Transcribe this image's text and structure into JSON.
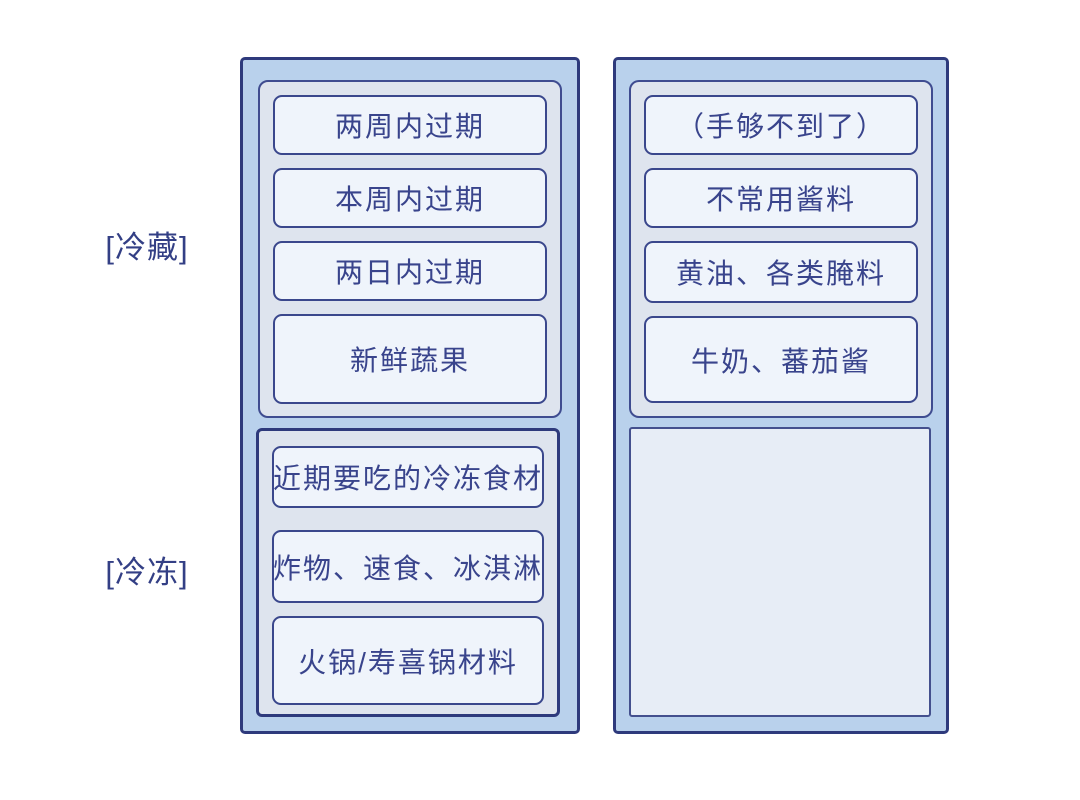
{
  "labels": {
    "fridge": "[冷藏]",
    "freezer": "[冷冻]"
  },
  "main_column": {
    "fridge_shelves": [
      "两周内过期",
      "本周内过期",
      "两日内过期",
      "新鲜蔬果"
    ],
    "freezer_shelves": [
      "近期要吃的冷冻食材",
      "炸物、速食、冰淇淋",
      "火锅/寿喜锅材料"
    ]
  },
  "door_column": {
    "shelves": [
      "（手够不到了）",
      "不常用酱料",
      "黄油、各类腌料",
      "牛奶、蕃茄酱"
    ]
  },
  "colors": {
    "column_fill": "#b9d1ec",
    "column_border": "#2e3a7c",
    "section_fill": "#dee4ee",
    "section_border": "#3f4c90",
    "shelf_fill": "#eff4fb",
    "shelf_border": "#3a478c",
    "empty_area_fill": "#e7edf6",
    "text": "#39448c",
    "background": "#ffffff"
  }
}
